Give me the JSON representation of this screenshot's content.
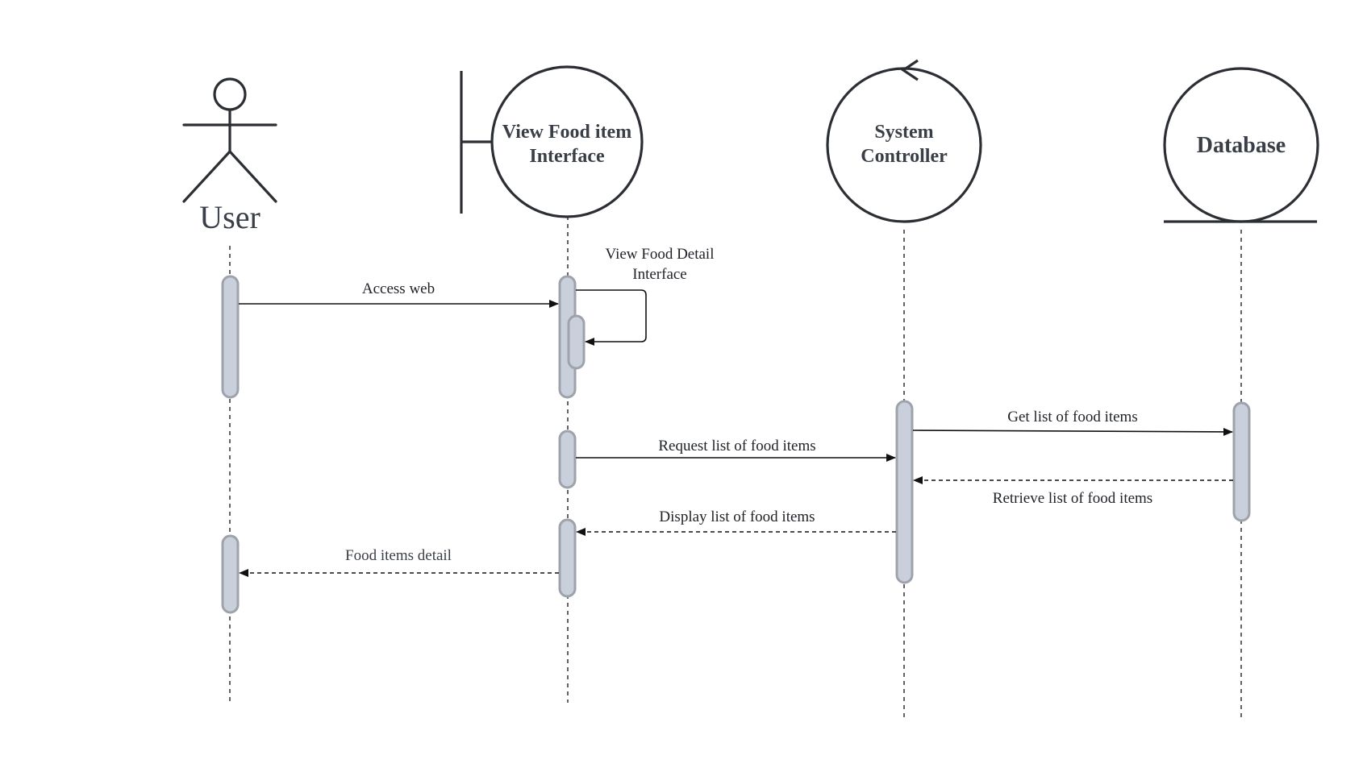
{
  "colors": {
    "stroke": "#2b2e33",
    "activation_fill": "#c9cfdb",
    "activation_stroke": "#9ea2aa",
    "text": "#1e2126",
    "label_text": "#3a3f47"
  },
  "participants": {
    "user": {
      "label": "User",
      "icon": "actor-stick-figure-icon"
    },
    "view_interface": {
      "label_line1": "View Food item",
      "label_line2": "Interface",
      "icon": "boundary-icon"
    },
    "system_controller": {
      "label_line1": "System",
      "label_line2": "Controller",
      "icon": "control-icon"
    },
    "database": {
      "label": "Database",
      "icon": "entity-icon"
    }
  },
  "messages": {
    "access_web": "Access web",
    "self_call_line1": "View Food Detail",
    "self_call_line2": "Interface",
    "request_list": "Request list of food items",
    "get_list": "Get list of food items",
    "retrieve_list": "Retrieve list of food items",
    "display_list": "Display list of food items",
    "food_items_detail": "Food items detail"
  }
}
